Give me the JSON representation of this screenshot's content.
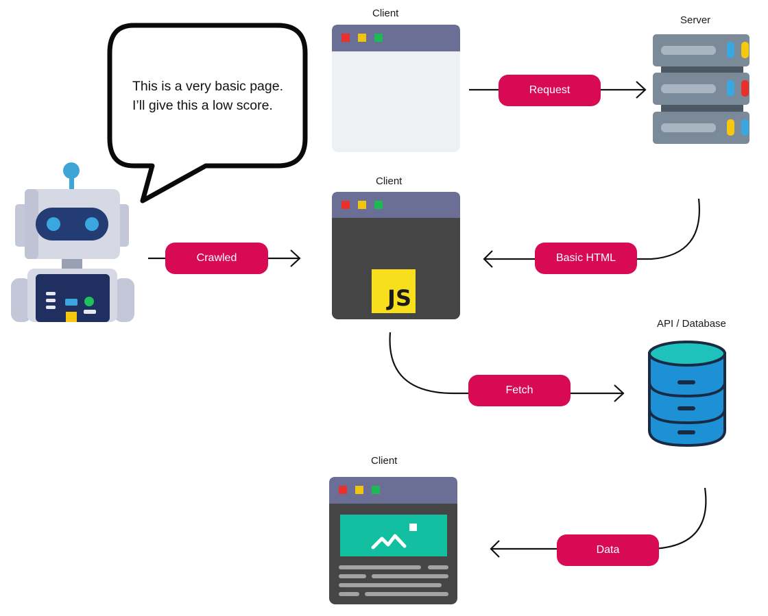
{
  "speech_bubble": {
    "line1": "This is a very basic page.",
    "line2": "I’ll give this  a low score."
  },
  "nodes": {
    "client_top": "Client",
    "server": "Server",
    "client_js": "Client",
    "js_badge": "JS",
    "api_database": "API / Database",
    "client_bottom": "Client"
  },
  "edges": {
    "request": "Request",
    "crawled": "Crawled",
    "basic_html": "Basic HTML",
    "fetch": "Fetch",
    "data": "Data"
  },
  "colors": {
    "pill": "#d90a54",
    "window_bar": "#6b6f96",
    "window_dark": "#454545",
    "window_light": "#edf1f4",
    "server": "#7a8a98",
    "database": "#1e91d6",
    "database_top": "#1fc1bc",
    "image_panel": "#12bfa0",
    "js_yellow": "#f7df1e"
  }
}
